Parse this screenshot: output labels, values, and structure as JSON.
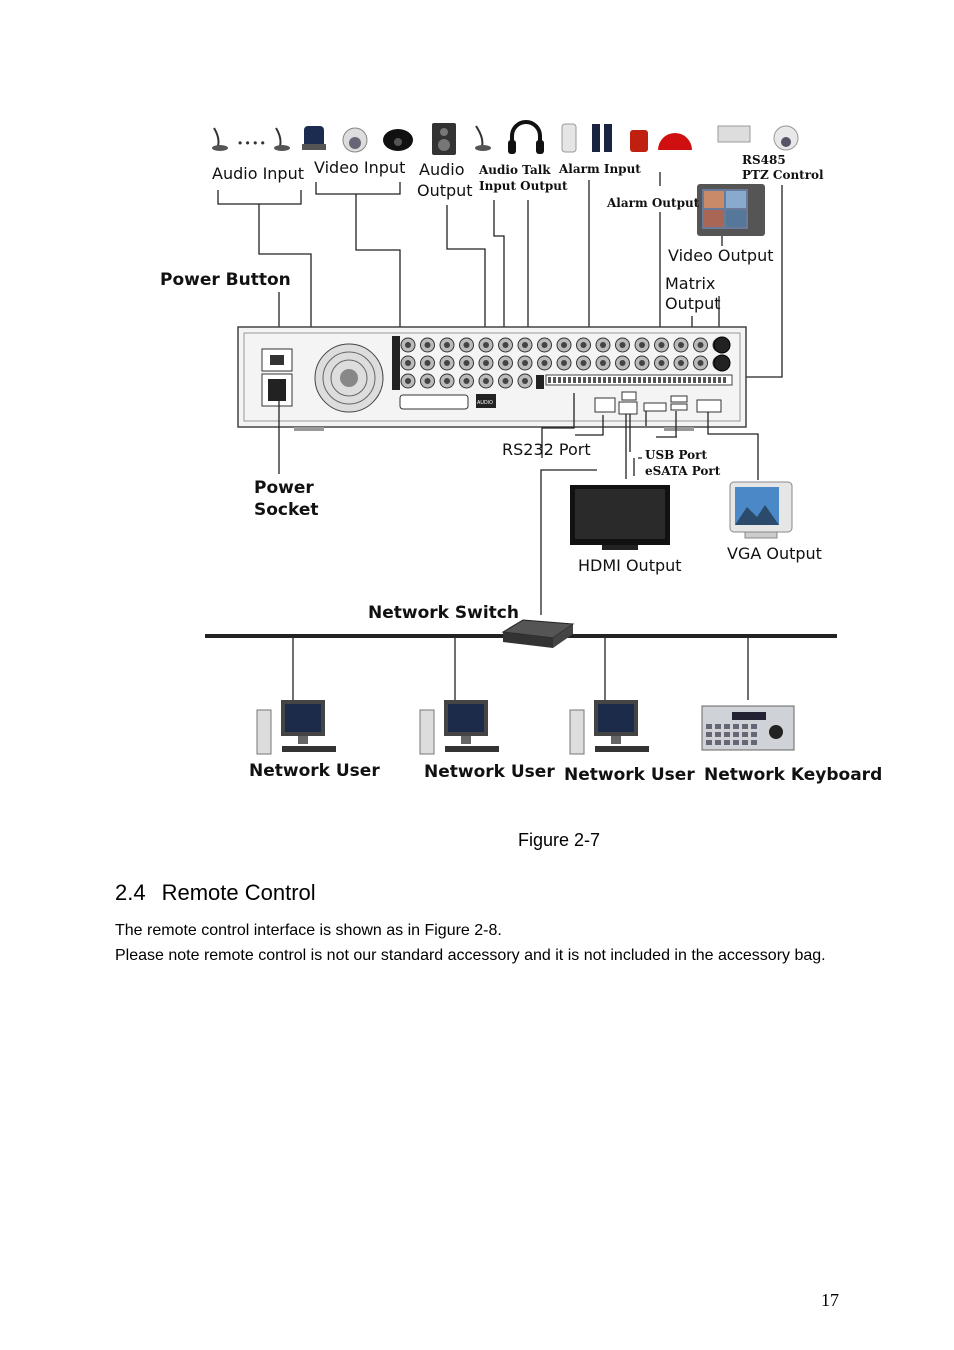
{
  "figure": {
    "labels": {
      "audio_input": "Audio Input",
      "video_input": "Video Input",
      "audio_output_1": "Audio",
      "audio_output_2": "Output",
      "audio_talk_1": "Audio Talk",
      "audio_talk_2": "Input Output",
      "alarm_input": "Alarm Input",
      "rs485_1": "RS485",
      "rs485_2": "PTZ Control",
      "alarm_output": "Alarm Output",
      "video_output": "Video Output",
      "matrix_output_1": "Matrix",
      "matrix_output_2": "Output",
      "power_button": "Power Button",
      "rs232_port": "RS232 Port",
      "usb_port": "USB Port",
      "esata_port": "eSATA Port",
      "power_socket_1": "Power",
      "power_socket_2": "Socket",
      "hdmi_output": "HDMI Output",
      "vga_output": "VGA Output",
      "network_switch": "Network Switch",
      "network_user": "Network User",
      "network_keyboard": "Network Keyboard",
      "audio_chip": "AUDIO"
    },
    "caption": "Figure 2-7"
  },
  "section": {
    "number": "2.4",
    "title": "Remote Control",
    "paragraph_1": "The remote control interface is shown as in Figure 2-8.",
    "paragraph_2": "Please note remote control is not our standard accessory and it is not included in the accessory bag."
  },
  "page_number": "17"
}
